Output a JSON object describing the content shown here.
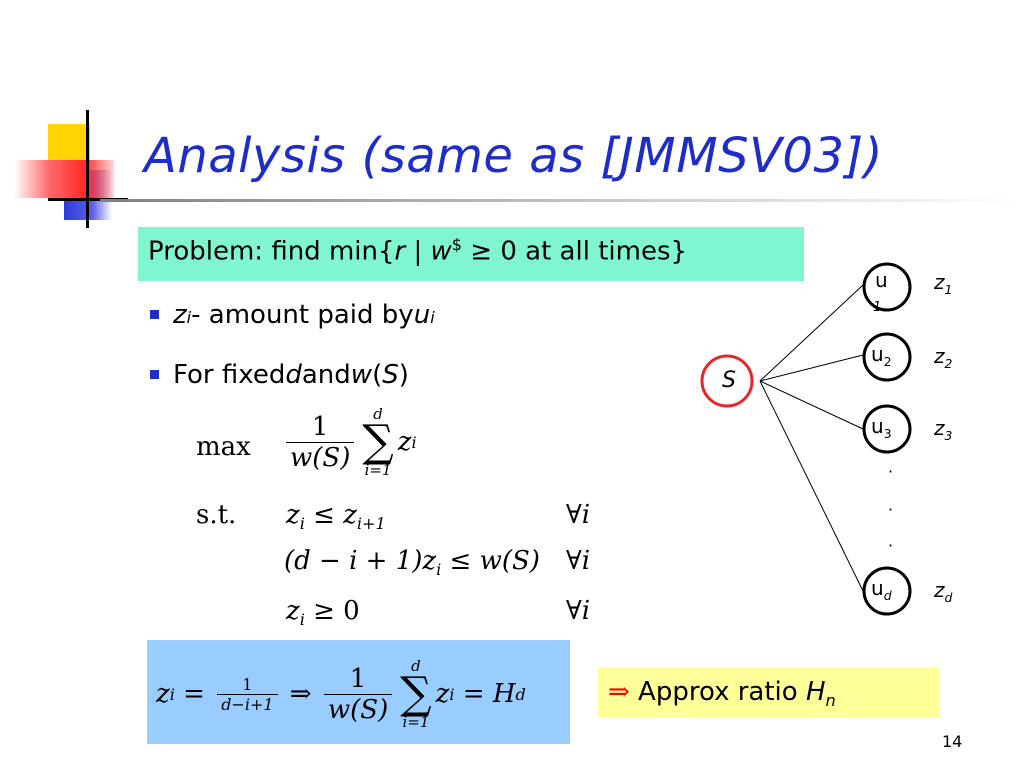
{
  "slide": {
    "title": "Analysis (same as [JMMSV03])",
    "page_number": "14"
  },
  "problem": {
    "prefix": "Problem: find min{",
    "var_r": "r",
    "bar": " | ",
    "var_w": "w",
    "sup_dollar": "$",
    "geq": " ≥ 0 at all times}"
  },
  "bullets": {
    "b1_var": "z",
    "b1_sub": "i",
    "b1_text": " - amount paid by ",
    "b1_var2": "u",
    "b1_sub2": "i",
    "b2_text1": "For fixed ",
    "b2_d": "d",
    "b2_and": " and ",
    "b2_w": "w",
    "b2_open": "(",
    "b2_S": "S",
    "b2_close": ")"
  },
  "lp": {
    "max_label": "max",
    "st_label": "s.t.",
    "frac_num": "1",
    "frac_den": "w(S)",
    "sum_top": "d",
    "sum_bottom": "i=1",
    "sum_symbol": "∑",
    "obj_var": "z",
    "obj_sub": "i",
    "c1_lhs": "z",
    "c1_lhs_sub": "i",
    "c1_rel": " ≤ ",
    "c1_rhs": "z",
    "c1_rhs_sub": "i+1",
    "c2_lhs": "(d − i + 1)",
    "c2_z": "z",
    "c2_z_sub": "i",
    "c2_rel": " ≤ w(S)",
    "c3_lhs": "z",
    "c3_lhs_sub": "i",
    "c3_rel": " ≥ 0",
    "forall": "∀",
    "forall_var": "i"
  },
  "result": {
    "lhs": "z",
    "lhs_sub": "i",
    "eq": " = ",
    "small_num": "1",
    "small_den": "d−i+1",
    "implies": " ⇒ ",
    "frac_num": "1",
    "frac_den": "w(S)",
    "sum_top": "d",
    "sum_bottom": "i=1",
    "sum_symbol": "∑",
    "var": "z",
    "var_sub": "i",
    "eq2": " = ",
    "H": "H",
    "H_sub": "d"
  },
  "approx": {
    "arrow": "⇒",
    "text": " Approx ratio ",
    "H": "H",
    "H_sub": "n"
  },
  "diagram": {
    "source": "S",
    "nodes": [
      {
        "name": "u",
        "sub": "1",
        "z": "z",
        "zsub": "1"
      },
      {
        "name": "u",
        "sub": "2",
        "z": "z",
        "zsub": "2"
      },
      {
        "name": "u",
        "sub": "3",
        "z": "z",
        "zsub": "3"
      },
      {
        "name": "u",
        "sub": "d",
        "z": "z",
        "zsub": "d"
      }
    ],
    "dots": [
      "·",
      "·",
      "·"
    ],
    "colors": {
      "source_ring": "#e8262a",
      "node_ring": "#000000"
    }
  }
}
